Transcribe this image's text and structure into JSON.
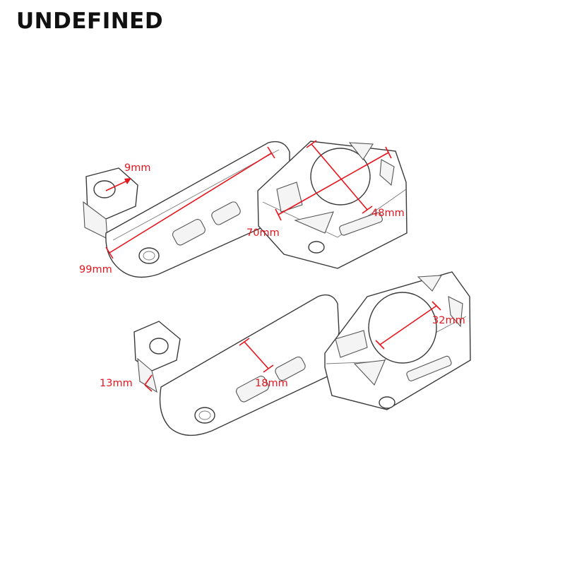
{
  "brand": {
    "title": "UNDEFINED"
  },
  "colors": {
    "dimension": "#e8141c",
    "brand_text": "#111111",
    "background": "#ffffff"
  },
  "product": {
    "description": "Pair of motorcycle highway peg mount clamps (line drawing) with dimension annotations",
    "top_part": {
      "dimensions": {
        "bolt_hole": "9mm",
        "arm_length": "99mm",
        "clamp_length": "70mm",
        "clamp_width": "48mm"
      }
    },
    "bottom_part": {
      "dimensions": {
        "mount_slot": "13mm",
        "arm_width": "18mm",
        "clamp_bore": "32mm"
      }
    }
  }
}
